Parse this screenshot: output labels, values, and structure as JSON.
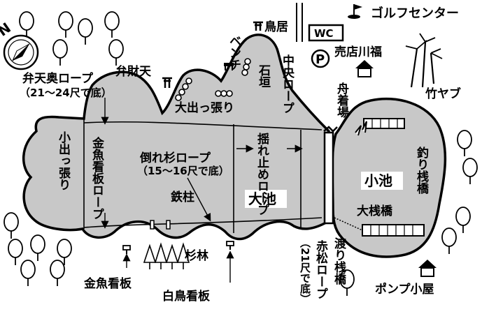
{
  "labels": {
    "golf_center": "ゴルフセンター",
    "torii": "鳥居",
    "wc": "WC",
    "bench": "ベンチ",
    "stone_wall": "石垣",
    "chuo_rope": "中央ロープ",
    "shop": "売店川福",
    "bamboo": "竹ヤブ",
    "benten_oku_rope": "弁天奥ロープ",
    "benten_oku_depth": "（21〜24尺で底）",
    "benzaiten": "弁財天",
    "odeppari": "大出っ張り",
    "funatsukiba": "舟着場",
    "ko_deppari": "小出っ張り",
    "kingyo_kanban_rope": "金魚看板ロープ",
    "taoresugi_rope": "倒れ杉ロープ",
    "taoresugi_depth": "（15〜16尺で底）",
    "yuredome_rope": "揺れ止めロープ",
    "koike": "小池",
    "tsuri_sanbashi": "釣り桟橋",
    "tetsuchu": "鉄柱",
    "oike": "大池",
    "o_sanbashi": "大桟橋",
    "sugibayashi": "杉林",
    "kingyo_kanban": "金魚看板",
    "hakucho_kanban": "白鳥看板",
    "akamatsu_rope": "赤松ロープ",
    "akamatsu_depth": "（21尺で底）",
    "watari_sanbashi": "渡り桟橋",
    "pump_goya": "ポンプ小屋"
  },
  "compass": {
    "letter": "N"
  },
  "parking": {
    "letter": "P"
  },
  "colors": {
    "pond_fill": "#c8c8c8",
    "ink": "#000000",
    "paper": "#ffffff"
  }
}
